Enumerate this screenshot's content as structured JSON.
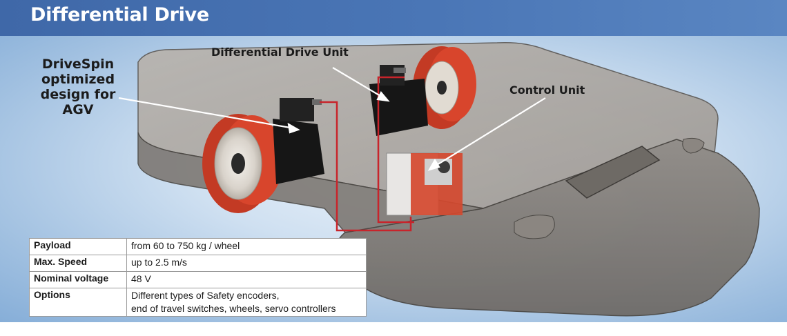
{
  "header": {
    "title": "Differential Drive"
  },
  "callouts": {
    "drivespin": [
      "DriveSpin",
      "optimized",
      "design for",
      "AGV"
    ],
    "differential_drive_unit": "Differential Drive Unit",
    "control_unit": "Control Unit"
  },
  "specs": {
    "rows": [
      {
        "label": "Payload",
        "value": [
          "from 60 to 750 kg / wheel"
        ]
      },
      {
        "label": "Max. Speed",
        "value": [
          "up to 2.5 m/s"
        ]
      },
      {
        "label": "Nominal voltage",
        "value": [
          "48 V"
        ]
      },
      {
        "label": "Options",
        "value": [
          "Different types of Safety encoders,",
          "end of travel switches, wheels, servo controllers"
        ]
      }
    ]
  },
  "colors": {
    "header": "#4a76b6",
    "wheel": "#d8452c",
    "motor": "#161616",
    "cable": "#c8242b",
    "body": "#8a8580"
  }
}
